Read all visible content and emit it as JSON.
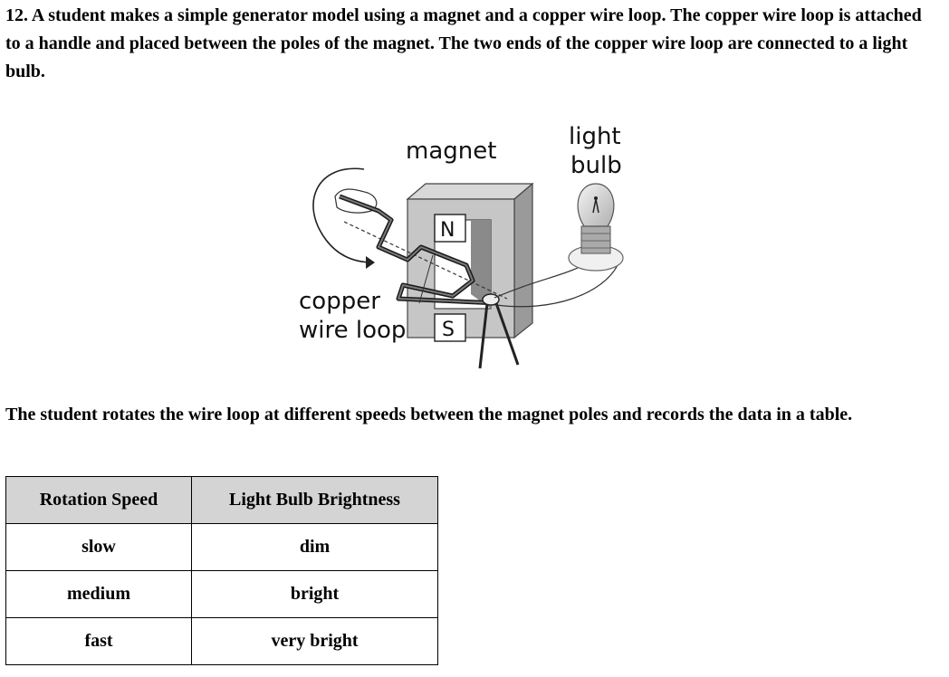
{
  "question": {
    "text": "12.  A student makes a simple generator model using a magnet and a copper wire loop. The copper wire loop is attached to a handle and placed between the poles of the magnet. The two ends of the copper wire loop are connected to a light bulb."
  },
  "diagram": {
    "label_magnet": "magnet",
    "label_light": "light",
    "label_bulb": "bulb",
    "label_copper": "copper",
    "label_wire_loop": "wire loop",
    "pole_north": "N",
    "pole_south": "S"
  },
  "description": {
    "text": "The student rotates the wire loop at different speeds between the magnet poles and records the data in a table."
  },
  "table": {
    "headers": [
      "Rotation Speed",
      "Light Bulb Brightness"
    ],
    "rows": [
      [
        "slow",
        "dim"
      ],
      [
        "medium",
        "bright"
      ],
      [
        "fast",
        "very bright"
      ]
    ]
  }
}
